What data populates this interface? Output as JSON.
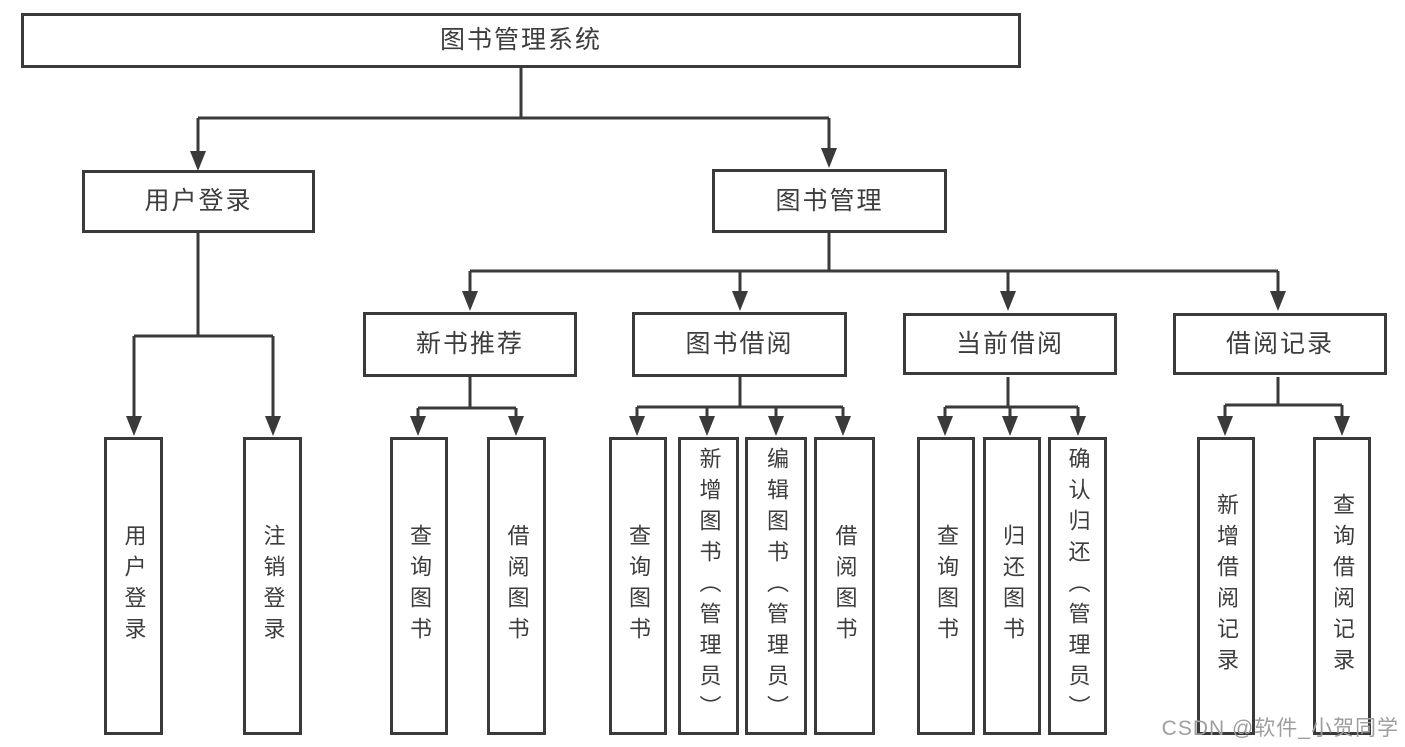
{
  "diagram": {
    "root": {
      "label": "图书管理系统"
    },
    "branches": [
      {
        "label": "用户登录",
        "children": [
          {
            "label": "用户登录"
          },
          {
            "label": "注销登录"
          }
        ]
      },
      {
        "label": "图书管理",
        "children": [
          {
            "label": "新书推荐",
            "children": [
              {
                "label": "查询图书"
              },
              {
                "label": "借阅图书"
              }
            ]
          },
          {
            "label": "图书借阅",
            "children": [
              {
                "label": "查询图书"
              },
              {
                "label": "新增图书（管理员）"
              },
              {
                "label": "编辑图书（管理员）"
              },
              {
                "label": "借阅图书"
              }
            ]
          },
          {
            "label": "当前借阅",
            "children": [
              {
                "label": "查询图书"
              },
              {
                "label": "归还图书"
              },
              {
                "label": "确认归还（管理员）"
              }
            ]
          },
          {
            "label": "借阅记录",
            "children": [
              {
                "label": "新增借阅记录"
              },
              {
                "label": "查询借阅记录"
              }
            ]
          }
        ]
      }
    ]
  },
  "watermark": {
    "text": "CSDN @软件_小贺同学"
  },
  "colors": {
    "line": "#3a3a3a",
    "border": "#3a3a3a",
    "text": "#3d3d3d",
    "watermark": "#9e9e9e",
    "background": "#ffffff"
  }
}
